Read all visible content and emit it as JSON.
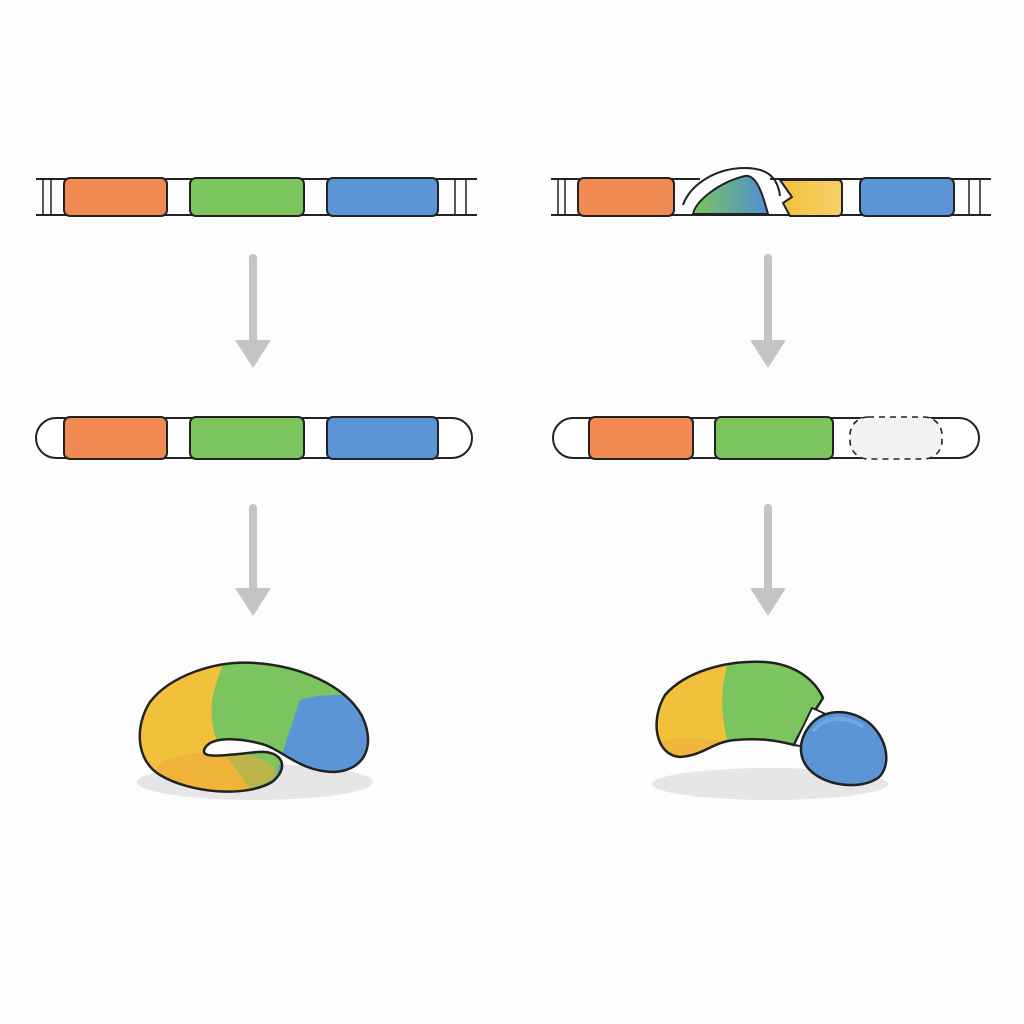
{
  "colors": {
    "background": "#fdfdfd",
    "outline": "#222222",
    "orange": "#f08a52",
    "green": "#7cc45e",
    "blue": "#5b95d6",
    "yellow": "#f2c13c",
    "arrow": "#c4c4c4",
    "shadow": "#e6e6e6",
    "strand_fill": "#ffffff",
    "missing_fill": "#f2f2f2"
  },
  "panels": [
    {
      "id": "normal",
      "stages": [
        "gene",
        "mrna",
        "protein"
      ],
      "gene_segments": [
        "orange",
        "green",
        "blue"
      ],
      "mrna_segments": [
        "orange",
        "green",
        "blue"
      ],
      "protein_state": "folded"
    },
    {
      "id": "mutant",
      "stages": [
        "gene",
        "mrna",
        "protein"
      ],
      "gene_segments": [
        "orange",
        "green-blue-disrupted",
        "yellow",
        "blue"
      ],
      "mrna_segments": [
        "orange",
        "green",
        "missing"
      ],
      "protein_state": "misfolded"
    }
  ]
}
